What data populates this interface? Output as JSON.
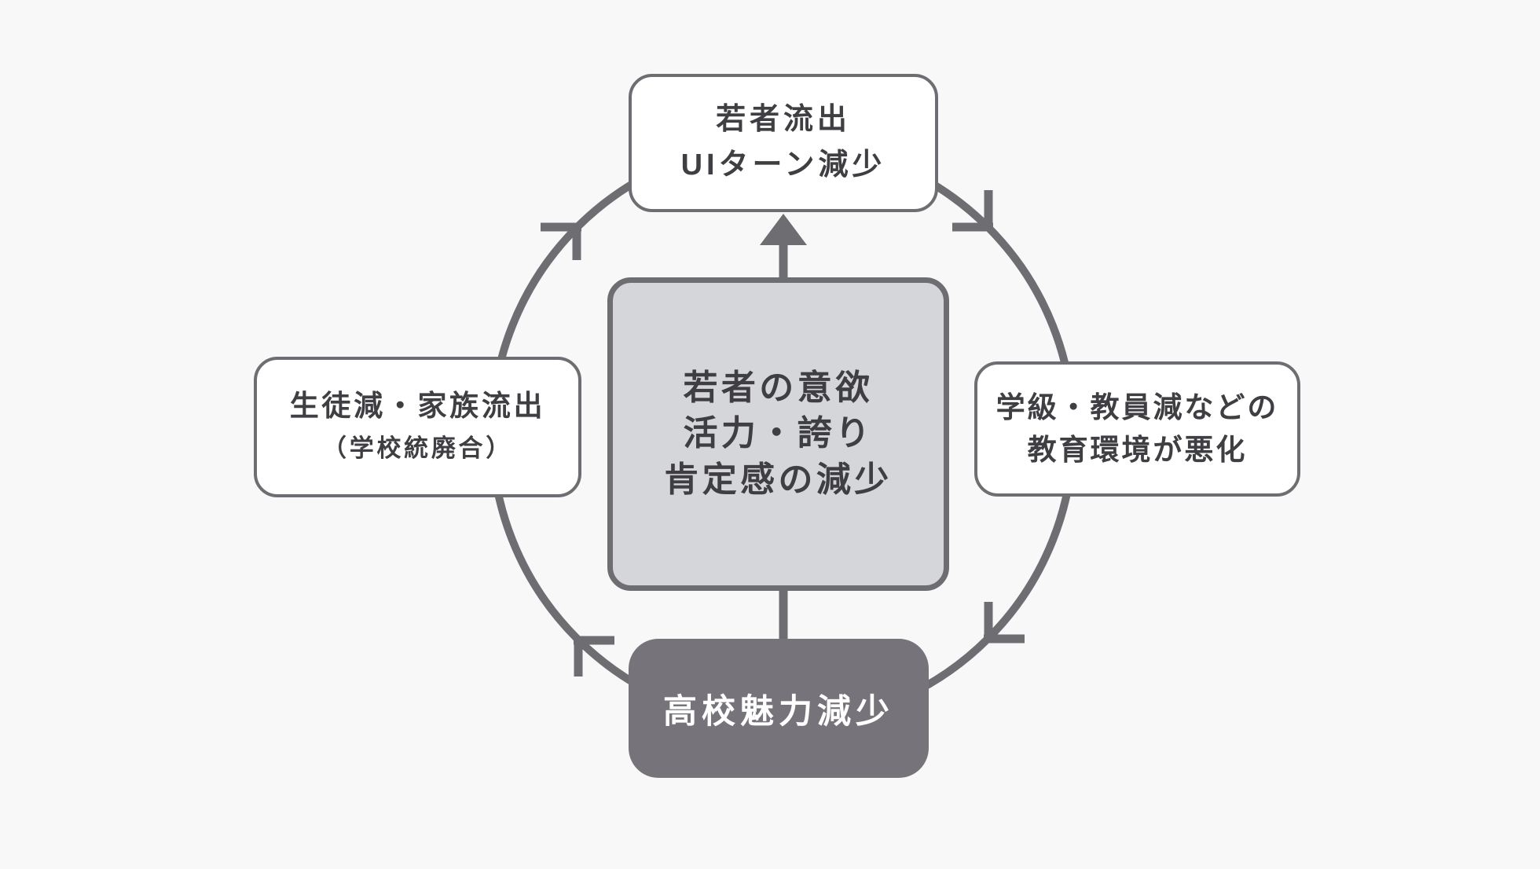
{
  "diagram": {
    "type": "cycle",
    "cycle_direction": "clockwise",
    "colors": {
      "background": "#f8f8f9",
      "line": "#6e6d72",
      "text": "#3f3e42",
      "outer_box_fill": "#ffffff",
      "center_box_fill": "#d5d6d9",
      "bottom_box_fill": "#76747a",
      "bottom_box_text": "#ffffff"
    },
    "nodes": {
      "top": {
        "lines": [
          "若者流出",
          "UIターン減少"
        ]
      },
      "right": {
        "lines": [
          "学級・教員減などの",
          "教育環境が悪化"
        ]
      },
      "bottom": {
        "lines": [
          "高校魅力減少"
        ]
      },
      "left": {
        "lines": [
          "生徒減・家族流出",
          "（学校統廃合）"
        ]
      },
      "center": {
        "lines": [
          "若者の意欲",
          "活力・誇り",
          "肯定感の減少"
        ]
      }
    },
    "connections": {
      "cycle_order": [
        "top",
        "right",
        "bottom",
        "left"
      ],
      "center_arrow_target": "top",
      "center_line_target": "bottom"
    }
  }
}
